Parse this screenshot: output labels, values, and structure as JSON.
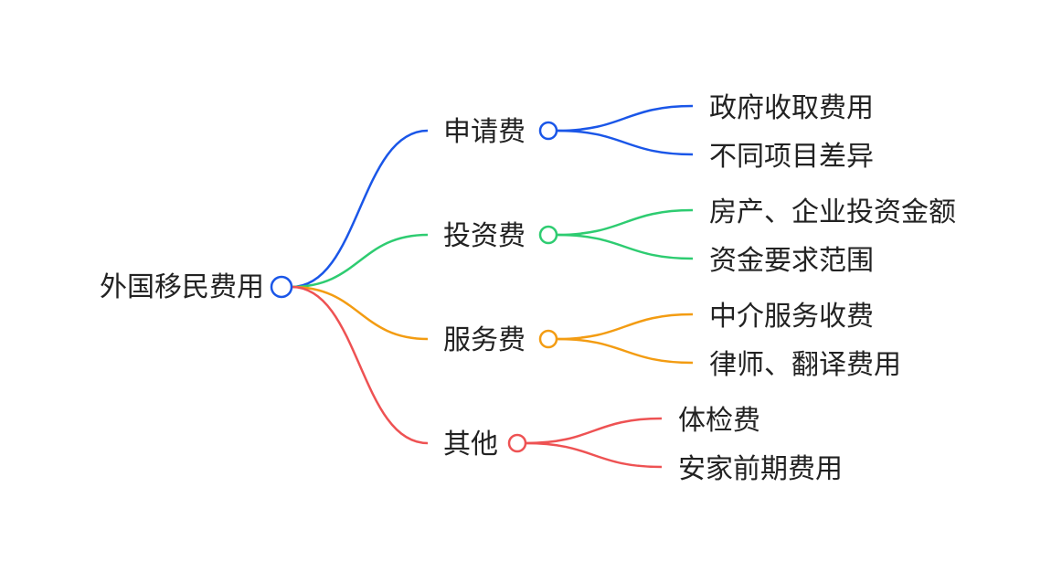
{
  "root": {
    "label": "外国移民费用",
    "color": "#1a56e8"
  },
  "branches": [
    {
      "label": "申请费",
      "color": "#1a56e8",
      "children": [
        {
          "label": "政府收取费用"
        },
        {
          "label": "不同项目差异"
        }
      ]
    },
    {
      "label": "投资费",
      "color": "#2ecc71",
      "children": [
        {
          "label": "房产、企业投资金额"
        },
        {
          "label": "资金要求范围"
        }
      ]
    },
    {
      "label": "服务费",
      "color": "#f39c12",
      "children": [
        {
          "label": "中介服务收费"
        },
        {
          "label": "律师、翻译费用"
        }
      ]
    },
    {
      "label": "其他",
      "color": "#ee5253",
      "children": [
        {
          "label": "体检费"
        },
        {
          "label": "安家前期费用"
        }
      ]
    }
  ]
}
